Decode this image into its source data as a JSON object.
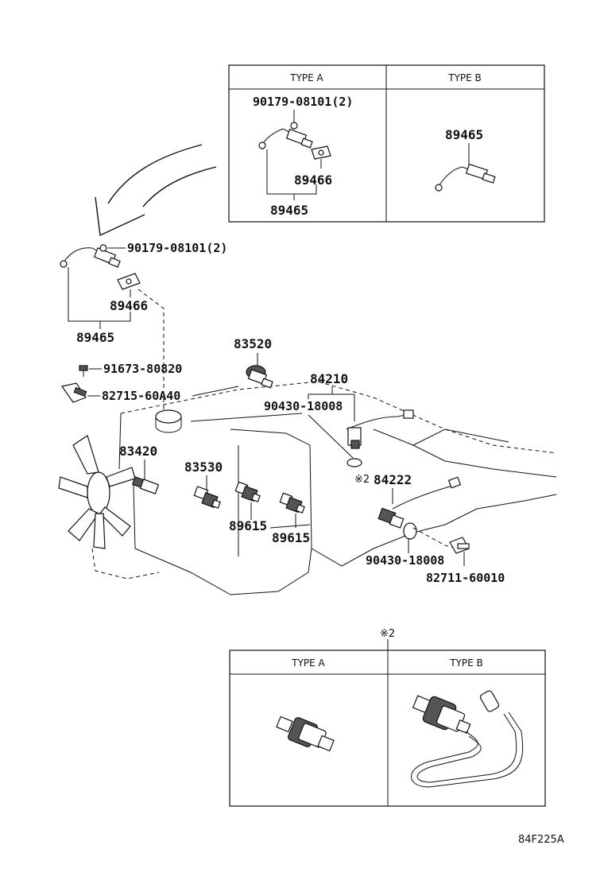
{
  "top_inset": {
    "type_a_header": "TYPE A",
    "type_b_header": "TYPE B",
    "type_a_bolt": "90179-08101(2)",
    "type_a_gasket": "89466",
    "type_a_sensor": "89465",
    "type_b_sensor": "89465"
  },
  "main": {
    "bolt_label": "90179-08101(2)",
    "gasket_label": "89466",
    "sensor_label": "89465",
    "bolt2_label": "91673-80820",
    "connector_label": "82715-60A40",
    "switch_83520": "83520",
    "sensor_84210": "84210",
    "gasket_90430_top": "90430-18008",
    "sensor_83420": "83420",
    "sensor_83530": "83530",
    "sensor_89615_a": "89615",
    "sensor_89615_b": "89615",
    "ref_mark": "※2",
    "sensor_84222": "84222",
    "gasket_90430_bottom": "90430-18008",
    "clamp_label": "82711-60010"
  },
  "bottom_inset": {
    "ref_mark": "※2",
    "type_a_header": "TYPE A",
    "type_b_header": "TYPE B"
  },
  "figure_code": "84F225A"
}
